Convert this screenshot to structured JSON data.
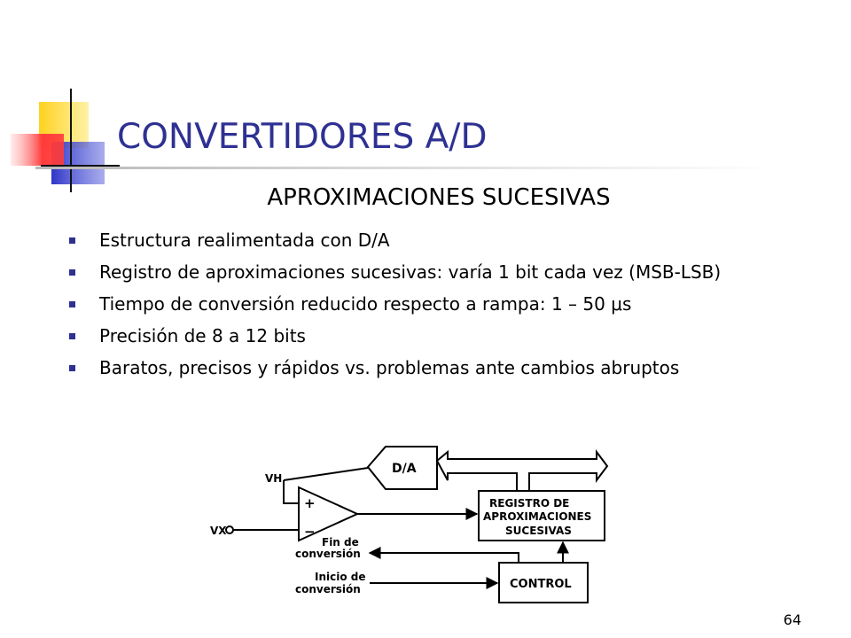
{
  "slide": {
    "title": "CONVERTIDORES A/D",
    "subtitle": "APROXIMACIONES SUCESIVAS",
    "bullets": [
      "Estructura realimentada con D/A",
      "Registro de aproximaciones sucesivas: varía 1 bit cada vez (MSB-LSB)",
      "Tiempo de conversión reducido respecto a rampa: 1 – 50 μs",
      "Precisión de 8 a 12 bits",
      "Baratos, precisos y rápidos vs. problemas ante cambios abruptos"
    ],
    "page_number": "64"
  },
  "diagram": {
    "da_label": "D/A",
    "vh_label": "VH",
    "vx_label": "VX",
    "plus_label": "+",
    "minus_label": "−",
    "register_line1": "REGISTRO DE",
    "register_line2": "APROXIMACIONES",
    "register_line3": "SUCESIVAS",
    "control_label": "CONTROL",
    "fin_line1": "Fin de",
    "fin_line2": "conversión",
    "inicio_line1": "Inicio de",
    "inicio_line2": "conversión"
  },
  "colors": {
    "title": "#2e3192",
    "bullet": "#2e3192",
    "logo_yellow": "#ffd21f",
    "logo_blue": "#2e36c8",
    "logo_red": "#ff4444"
  }
}
